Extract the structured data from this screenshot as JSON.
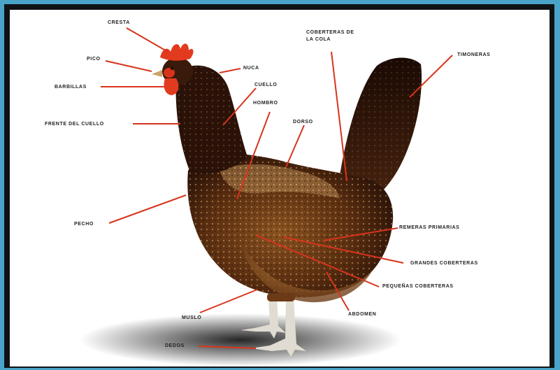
{
  "labels": {
    "cresta": "CRESTA",
    "pico": "PICO",
    "barbillas": "BARBILLAS",
    "frente_cuello": "FRENTE DEL CUELLO",
    "nuca": "NUCA",
    "cuello": "CUELLO",
    "hombro": "HOMBRO",
    "cobertera_cola_1": "COBERTERAS DE",
    "cobertera_cola_2": "LA COLA",
    "timoneras": "TIMONERAS",
    "dorso": "DORSO",
    "pecho": "PECHO",
    "remeras": "REMERAS PRIMARIAS",
    "grandes": "GRANDES COBERTERAS",
    "pequenas": "PEQUEÑAS COBERTERAS",
    "abdomen": "ABDOMEN",
    "muslo": "MUSLO",
    "dedos": "DEDOS"
  },
  "colors": {
    "leader": "#d8341c",
    "plumage_dark": "#2a1208",
    "plumage_brown": "#6b3a17",
    "comb": "#e23a1e",
    "legs": "#e0dcd2",
    "frame": "#4aa3c8"
  },
  "icons": {
    "hen": "hen-illustration"
  }
}
